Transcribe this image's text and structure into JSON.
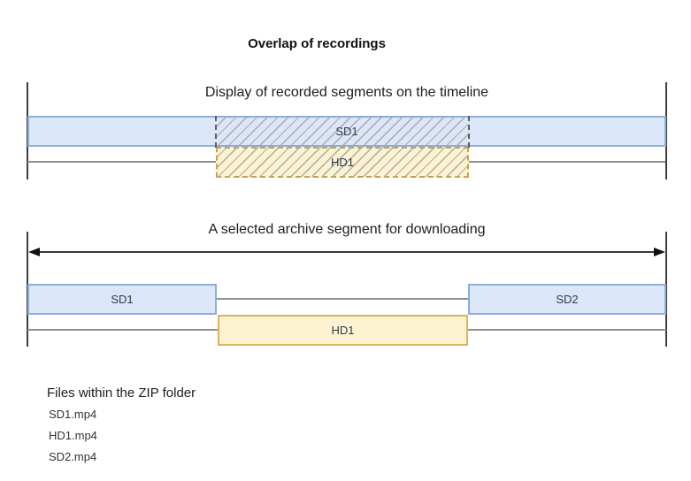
{
  "title": "Overlap of recordings",
  "section1": {
    "title": "Display of recorded segments on the timeline",
    "sd1_label": "SD1",
    "hd1_label": "HD1"
  },
  "section2": {
    "title": "A selected archive segment for downloading",
    "sd1_label": "SD1",
    "sd2_label": "SD2",
    "hd1_label": "HD1"
  },
  "files": {
    "heading": "Files within the ZIP folder",
    "items": [
      "SD1.mp4",
      "HD1.mp4",
      "SD2.mp4"
    ]
  },
  "colors": {
    "sd_fill": "#dbe7f8",
    "sd_border": "#8fadd6",
    "hd_fill": "#fdf3d1",
    "hd_border_dashed": "#c9a14b",
    "hd_border_solid": "#d8b55e",
    "hatch_line": "#a9a9a9",
    "thin_line": "#909090",
    "tick": "#3d3d3d",
    "arrow": "#111111"
  }
}
